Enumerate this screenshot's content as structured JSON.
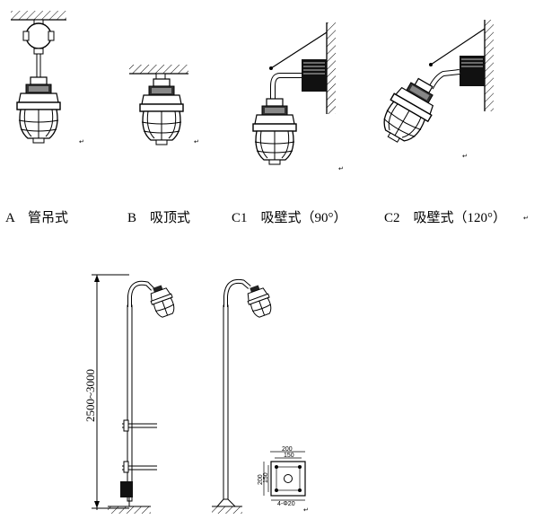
{
  "captions": {
    "a": "A　管吊式",
    "b": "B　吸顶式",
    "c1": "C1　吸壁式（90°）",
    "c2": "C2　吸壁式（120°）"
  },
  "pole_height_label": "2500~3000",
  "flange": {
    "width_label": "200",
    "inner_width_label": "150",
    "height_label": "200",
    "inner_height_label": "150",
    "hole_label": "4-Φ20"
  },
  "return_mark": "↵"
}
